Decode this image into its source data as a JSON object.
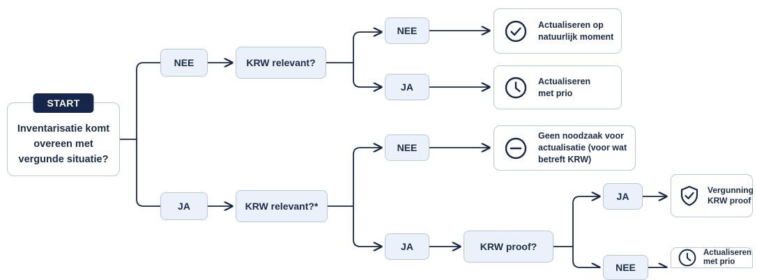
{
  "start": {
    "tag": "START",
    "question": "Inventarisatie komt\novereen met\nvergunde situatie?"
  },
  "branches": {
    "top_label": "NEE",
    "bottom_label": "JA"
  },
  "questions": {
    "top": "KRW relevant?",
    "bottom": "KRW relevant?*",
    "proof": "KRW proof?"
  },
  "answers": {
    "top_nee": "NEE",
    "top_ja": "JA",
    "bottom_nee": "NEE",
    "bottom_ja": "JA",
    "proof_ja": "JA",
    "proof_nee": "NEE"
  },
  "outcomes": {
    "natural_moment": {
      "text": "Actualiseren op\nnatuurlijk moment",
      "icon": "check-circle-icon"
    },
    "prio_top": {
      "text": "Actualiseren\nmet prio",
      "icon": "clock-icon"
    },
    "no_need": {
      "text": "Geen noodzaak voor\nactualisatie (voor wat\nbetreft KRW)",
      "icon": "minus-circle-icon"
    },
    "permit_proof": {
      "text": "Vergunning\nKRW proof",
      "icon": "shield-check-icon"
    },
    "prio_bottom": {
      "text": "Actualiseren\nmet prio",
      "icon": "clock-icon"
    }
  },
  "colors": {
    "navy": "#16264a",
    "line": "#16264a",
    "box_fill": "#eaf1fb",
    "box_border": "#b9c6d8"
  }
}
